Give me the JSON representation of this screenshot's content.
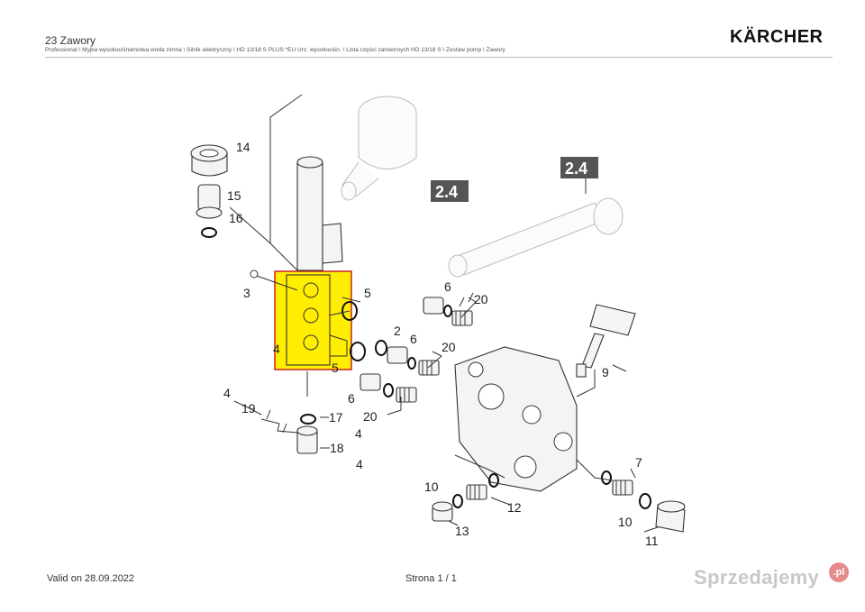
{
  "header": {
    "title": "23 Zawory",
    "path": "Professional \\ Myjka wysokociśnieniowa woda zimna \\ Silnik elektryczny \\ HD 13/18 S PLUS *EU Urz. wysokociśn. \\ Lista części zamiennych HD 13/18 S \\ Zestaw pomp \\ Zawory",
    "brand": "KÄRCHER"
  },
  "footer": {
    "valid": "Valid on 28.09.2022",
    "page": "Strona 1 / 1"
  },
  "watermark": {
    "text": "Sprzedajemy",
    "suffix": ".pl"
  },
  "diagram": {
    "ref_boxes": [
      "2.4",
      "2.4"
    ],
    "labels": [
      "14",
      "15",
      "16",
      "3",
      "5",
      "4",
      "5",
      "6",
      "20",
      "2",
      "6",
      "20",
      "9",
      "6",
      "20",
      "4",
      "19",
      "17",
      "4",
      "18",
      "4",
      "7",
      "10",
      "12",
      "13",
      "10",
      "11"
    ],
    "highlight_color": "#ffee00",
    "highlight_border": "#cc2222"
  }
}
